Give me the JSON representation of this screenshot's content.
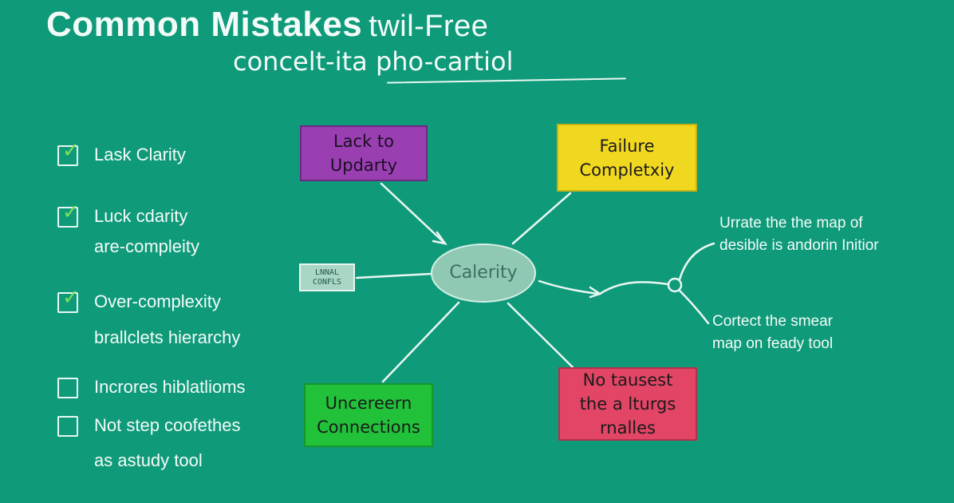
{
  "title": {
    "line1_bold": "Common Mistakes",
    "line1_rest": "twil-Free",
    "line2": "concelt-ita pho-cartiol"
  },
  "checklist": [
    {
      "checked": true,
      "lines": [
        "Lask Clarity"
      ]
    },
    {
      "checked": true,
      "lines": [
        "Luck cdarity",
        "are-compleity"
      ]
    },
    {
      "checked": true,
      "lines": [
        "Over-complexity",
        "brallclets hierarchy"
      ]
    },
    {
      "checked": false,
      "lines": [
        "Incrores hiblatlioms"
      ]
    },
    {
      "checked": false,
      "lines": [
        "Not step coofethes",
        "as astudy tool"
      ]
    }
  ],
  "diagram": {
    "center": "Calerity",
    "small_box": "LNNAL\nCONFLS",
    "nodes": {
      "lack_to_updarty": "Lack to\nUpdarty",
      "failure_completxiy": "Failure\nCompletxiy",
      "uncereern_connections": "Uncereern\nConnections",
      "no_tausest": "No tausest\nthe a lturgs\nrnalles"
    },
    "notes": {
      "top": "Urrate the the map of\ndesible is andorin Initior",
      "bottom": "Cortect the smear\nmap on feady tool"
    }
  },
  "colors": {
    "background": "#0f9a7a",
    "purple": "#9a3fb2",
    "yellow": "#f1d820",
    "green": "#22c13a",
    "red": "#e24565",
    "center": "#8fc9b3",
    "check": "#7ee05a"
  },
  "icons": {
    "checked_box": "checkbox-checked-icon",
    "unchecked_box": "checkbox-empty-icon"
  }
}
